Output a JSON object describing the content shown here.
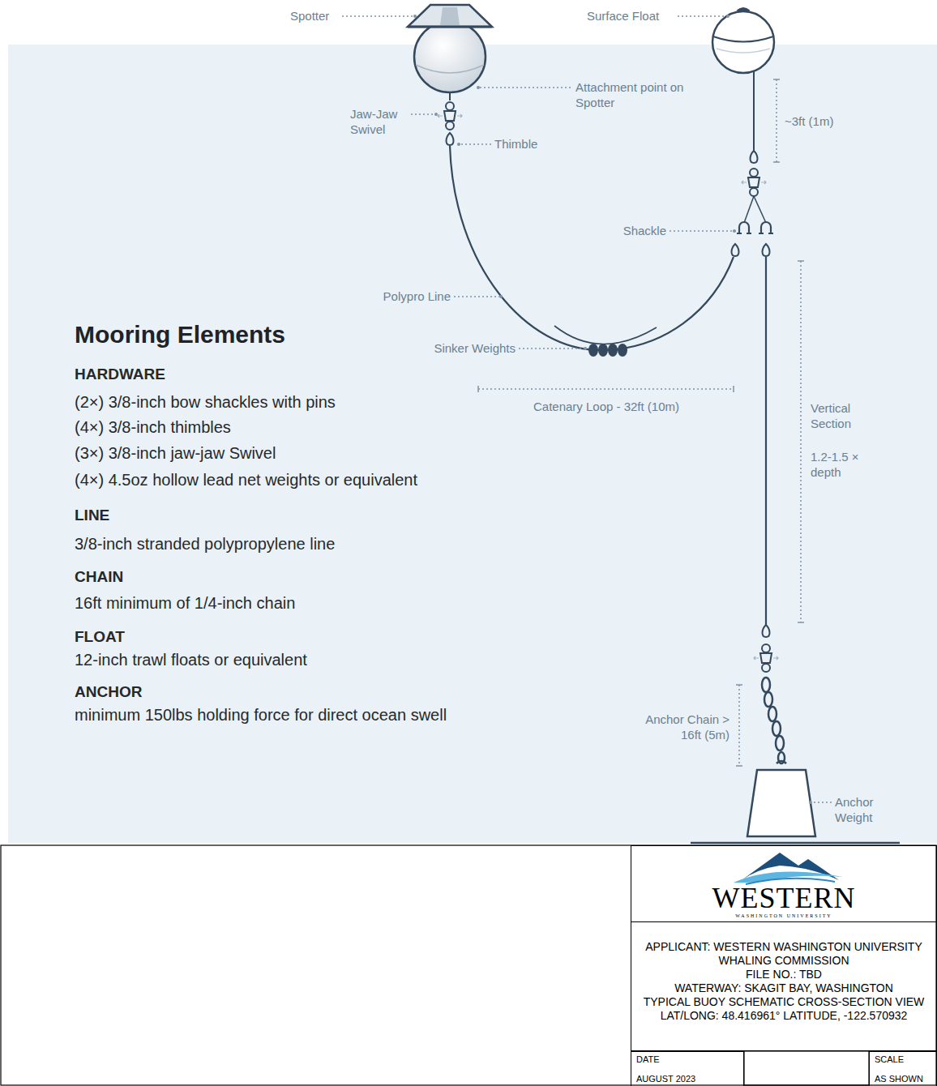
{
  "diagram": {
    "title": "Mooring Elements",
    "nodes": [
      {
        "text": [
          "WESTERN",
          "WASHINGTON UNIVERSITY"
        ]
      },
      {
        "text": [
          "APPLICANT: WESTERN WASHINGTON UNIVERSITY",
          "WHALING COMMISSION",
          "FILE NO.: TBD",
          "WATERWAY: SKAGIT BAY, WASHINGTON",
          "TYPICAL BUOY SCHEMATIC CROSS-SECTION VIEW",
          "LAT/LONG: 48.416961° LATITUDE, -122.570932"
        ]
      },
      {
        "text": [
          "DATE",
          "AUGUST 2023"
        ]
      },
      {
        "text": [
          "SCALE",
          "AS SHOWN"
        ]
      }
    ],
    "labels": [
      "Spotter",
      "Surface Float",
      "Attachment point on Spotter",
      "Jaw-Jaw Swivel",
      "Thimble",
      "~3ft (1m)",
      "Shackle",
      "Polypro Line",
      "Sinker Weights",
      "Catenary Loop - 32ft (10m)",
      "Vertical Section",
      "1.2-1.5 × depth",
      "Anchor Chain > 16ft (5m)",
      "Anchor Weight",
      "HARDWARE",
      "(2×) 3/8-inch bow shackles with pins",
      "(4×) 3/8-inch thimbles",
      "(3×) 3/8-inch jaw-jaw Swivel",
      "(4×) 4.5oz hollow lead net weights or equivalent",
      "LINE",
      "3/8-inch stranded polypropylene line",
      "CHAIN",
      "16ft minimum of 1/4-inch chain",
      "FLOAT",
      "12-inch trawl floats or equivalent",
      "ANCHOR",
      "minimum 150lbs holding force for direct ocean swell"
    ]
  }
}
